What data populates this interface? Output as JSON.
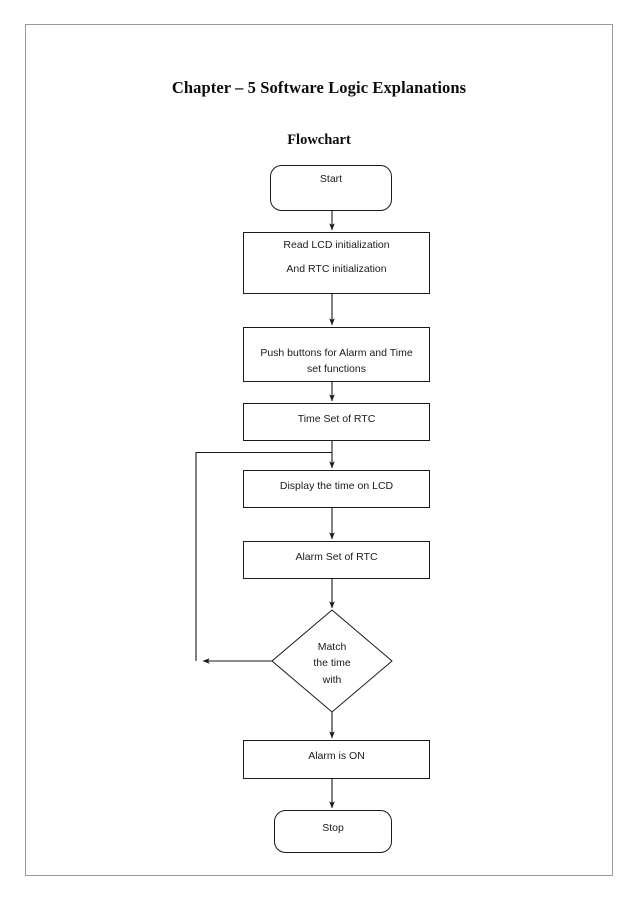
{
  "document": {
    "title": "Chapter – 5 Software Logic Explanations",
    "subtitle": "Flowchart",
    "page_background": "#ffffff",
    "border_color": "#9a9a9a",
    "ink_color": "#1a1a1a"
  },
  "flowchart": {
    "nodes": [
      {
        "id": "start",
        "shape": "rounded-rectangle",
        "label": "Start"
      },
      {
        "id": "init",
        "shape": "rectangle",
        "label": "Read LCD initialization\nAnd RTC initialization"
      },
      {
        "id": "push-buttons",
        "shape": "rectangle",
        "label": "Push buttons for Alarm and Time\nset functions"
      },
      {
        "id": "time-set",
        "shape": "rectangle",
        "label": "Time Set of RTC"
      },
      {
        "id": "display-time",
        "shape": "rectangle",
        "label": "Display the time on LCD"
      },
      {
        "id": "alarm-set",
        "shape": "rectangle",
        "label": "Alarm Set of RTC"
      },
      {
        "id": "match-time",
        "shape": "diamond",
        "label": "Match\nthe time\nwith"
      },
      {
        "id": "alarm-on",
        "shape": "rectangle",
        "label": "Alarm is ON"
      },
      {
        "id": "stop",
        "shape": "rounded-rectangle",
        "label": "Stop"
      }
    ],
    "connectors": [
      {
        "id": "start-to-init",
        "from": "start",
        "to": "init",
        "kind": "arrow-down"
      },
      {
        "id": "init-to-push-buttons",
        "from": "init",
        "to": "push-buttons",
        "kind": "arrow-down"
      },
      {
        "id": "push-buttons-to-time-set",
        "from": "push-buttons",
        "to": "time-set",
        "kind": "arrow-down"
      },
      {
        "id": "time-set-to-display",
        "from": "time-set",
        "to": "display-time",
        "kind": "arrow-down"
      },
      {
        "id": "display-to-alarm-set",
        "from": "display-time",
        "to": "alarm-set",
        "kind": "arrow-down"
      },
      {
        "id": "alarm-set-to-match",
        "from": "alarm-set",
        "to": "match-time",
        "kind": "arrow-down"
      },
      {
        "id": "match-to-alarm-on",
        "from": "match-time",
        "to": "alarm-on",
        "kind": "arrow-down"
      },
      {
        "id": "alarm-on-to-stop",
        "from": "alarm-on",
        "to": "stop",
        "kind": "arrow-down"
      },
      {
        "id": "match-loop-back",
        "from": "match-time",
        "to": "display-time",
        "kind": "loop-left"
      }
    ]
  }
}
